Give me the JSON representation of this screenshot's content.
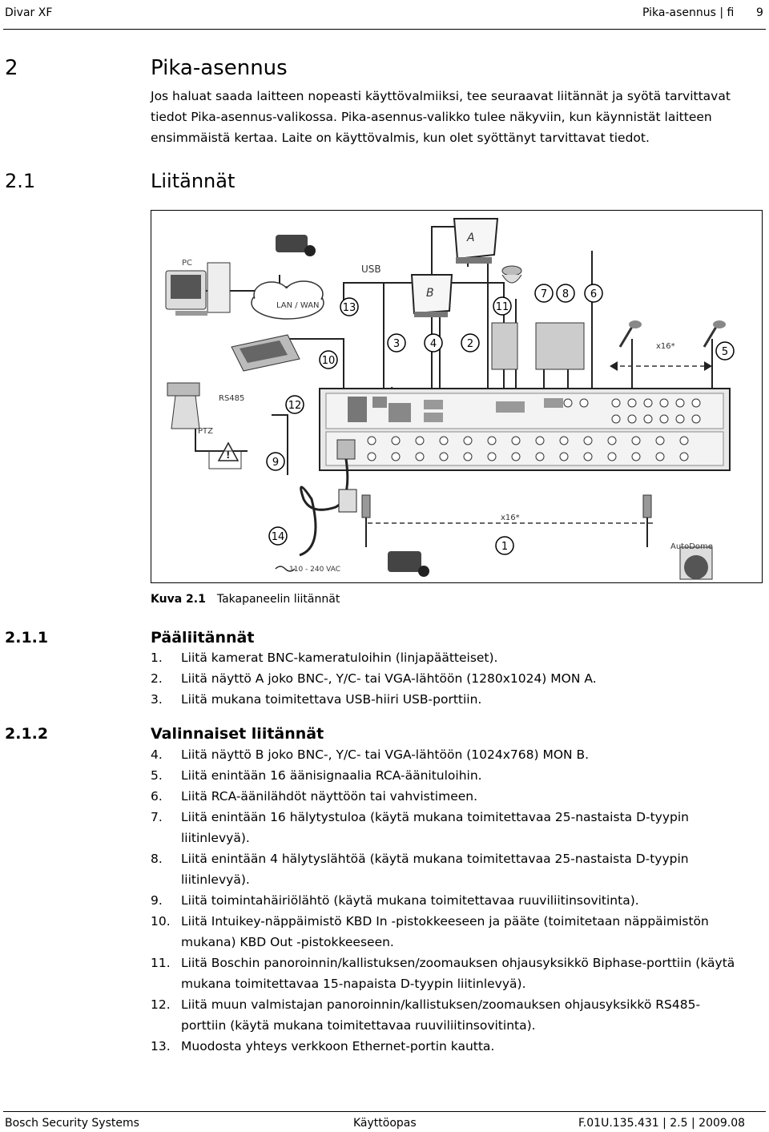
{
  "header": {
    "left": "Divar XF",
    "right": "Pika-asennus | fi",
    "page_number": "9"
  },
  "section": {
    "number": "2",
    "title": "Pika-asennus",
    "intro": "Jos haluat saada laitteen nopeasti käyttövalmiiksi, tee seuraavat liitännät ja syötä tarvittavat tiedot Pika-asennus-valikossa. Pika-asennus-valikko tulee näkyviin, kun käynnistät laitteen ensimmäistä kertaa. Laite on käyttövalmis, kun olet syöttänyt tarvittavat tiedot."
  },
  "subsection": {
    "number": "2.1",
    "title": "Liitännät"
  },
  "figure": {
    "labels": {
      "pc": "PC",
      "usb": "USB",
      "lan": "LAN / WAN",
      "monitor_a": "A",
      "monitor_b": "B",
      "rs485": "RS485",
      "ptz": "PTZ",
      "x16_top": "x16*",
      "x16_bottom": "x16*",
      "autodome": "AutoDome",
      "voltage": "110 - 240 VAC"
    },
    "callouts": [
      "13",
      "11",
      "7",
      "8",
      "6",
      "10",
      "3",
      "4",
      "2",
      "5",
      "12",
      "9",
      "14",
      "1"
    ],
    "caption_label": "Kuva 2.1",
    "caption_text": "Takapaneelin liitännät"
  },
  "main_connections": {
    "number": "2.1.1",
    "title": "Pääliitännät",
    "items": [
      {
        "num": "1.",
        "text": "Liitä kamerat BNC-kameratuloihin (linjapäätteiset)."
      },
      {
        "num": "2.",
        "text": "Liitä näyttö A joko BNC-, Y/C- tai VGA-lähtöön (1280x1024) MON A."
      },
      {
        "num": "3.",
        "text": "Liitä mukana toimitettava USB-hiiri USB-porttiin."
      }
    ]
  },
  "optional_connections": {
    "number": "2.1.2",
    "title": "Valinnaiset liitännät",
    "items": [
      {
        "num": "4.",
        "text": "Liitä näyttö B joko BNC-, Y/C- tai VGA-lähtöön (1024x768) MON B."
      },
      {
        "num": "5.",
        "text": "Liitä enintään 16 äänisignaalia RCA-äänituloihin."
      },
      {
        "num": "6.",
        "text": "Liitä RCA-äänilähdöt näyttöön tai vahvistimeen."
      },
      {
        "num": "7.",
        "text": "Liitä enintään 16 hälytystuloa (käytä mukana toimitettavaa 25-nastaista D-tyypin liitinlevyä)."
      },
      {
        "num": "8.",
        "text": "Liitä enintään 4 hälytyslähtöä (käytä mukana toimitettavaa 25-nastaista D-tyypin liitinlevyä)."
      },
      {
        "num": "9.",
        "text": "Liitä toimintahäiriölähtö (käytä mukana toimitettavaa ruuviliitinsovitinta)."
      },
      {
        "num": "10.",
        "text": "Liitä Intuikey-näppäimistö KBD In -pistokkeeseen ja pääte (toimitetaan näppäimistön mukana) KBD Out -pistokkeeseen."
      },
      {
        "num": "11.",
        "text": "Liitä Boschin panoroinnin/kallistuksen/zoomauksen ohjausyksikkö Biphase-porttiin (käytä mukana toimitettavaa 15-napaista D-tyypin liitinlevyä)."
      },
      {
        "num": "12.",
        "text": "Liitä muun valmistajan panoroinnin/kallistuksen/zoomauksen ohjausyksikkö RS485-porttiin (käytä mukana toimitettavaa ruuviliitinsovitinta)."
      },
      {
        "num": "13.",
        "text": "Muodosta yhteys verkkoon Ethernet-portin kautta."
      }
    ]
  },
  "footer": {
    "left": "Bosch Security Systems",
    "center": "Käyttöopas",
    "right": "F.01U.135.431 | 2.5 | 2009.08"
  }
}
